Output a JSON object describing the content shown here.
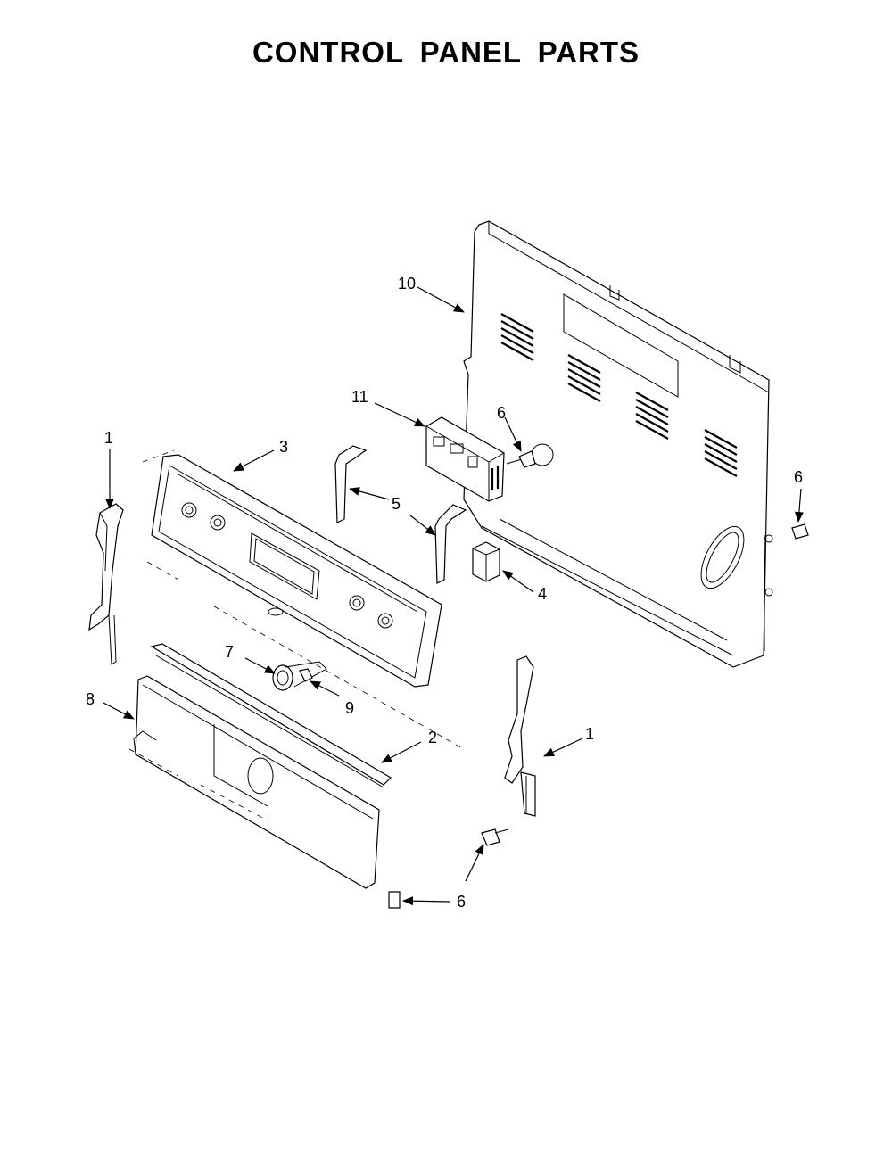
{
  "title": "CONTROL PANEL PARTS",
  "callouts": {
    "c1_left": "1",
    "c1_right": "1",
    "c2": "2",
    "c3": "3",
    "c4": "4",
    "c5": "5",
    "c6_top": "6",
    "c6_right": "6",
    "c6_bottom": "6",
    "c7": "7",
    "c8": "8",
    "c9": "9",
    "c10": "10",
    "c11": "11"
  }
}
